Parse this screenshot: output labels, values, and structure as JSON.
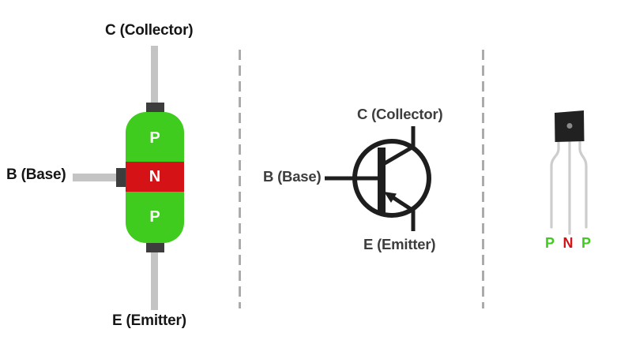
{
  "colors": {
    "p_region_green": "#3fcc1e",
    "n_region_red": "#d51317",
    "region_label_white": "#ffffff",
    "lead_gray": "#c4c4c4",
    "terminal_tab_dark": "#3d3d3d",
    "symbol_ink_black": "#1e1e1e",
    "structure_label_dark": "#161616",
    "symbol_label_gray": "#3d3d3d",
    "divider_gray": "#ababab",
    "package_body_black": "#212121",
    "package_dot_gray": "#8a8a8a",
    "package_lead_gray": "#cdcdcd",
    "background": "#ffffff"
  },
  "structure_diagram": {
    "collector_label": "C (Collector)",
    "base_label": "B (Base)",
    "emitter_label": "E (Emitter)",
    "regions": [
      {
        "label": "P"
      },
      {
        "label": "N"
      },
      {
        "label": "P"
      }
    ]
  },
  "symbol_diagram": {
    "collector_label": "C (Collector)",
    "base_label": "B (Base)",
    "emitter_label": "E (Emitter)"
  },
  "package_diagram": {
    "pins": [
      {
        "label": "P"
      },
      {
        "label": "N"
      },
      {
        "label": "P"
      }
    ]
  }
}
